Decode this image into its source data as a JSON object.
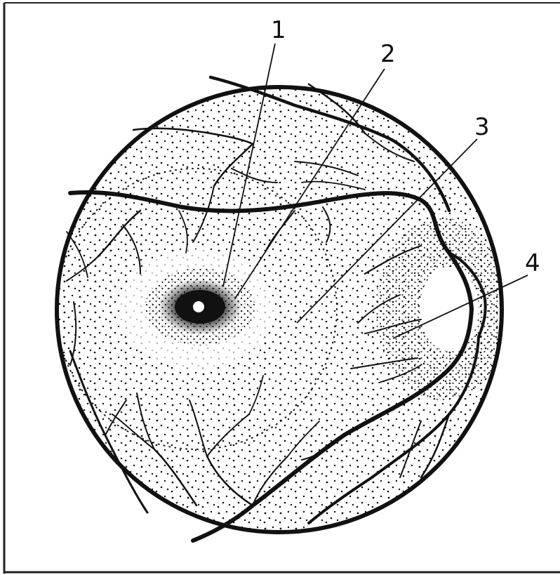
{
  "diagram": {
    "labels": [
      {
        "id": "1",
        "text": "1"
      },
      {
        "id": "2",
        "text": "2"
      },
      {
        "id": "3",
        "text": "3"
      },
      {
        "id": "4",
        "text": "4"
      }
    ]
  },
  "colors": {
    "ink": "#111111",
    "paper": "#ffffff"
  }
}
